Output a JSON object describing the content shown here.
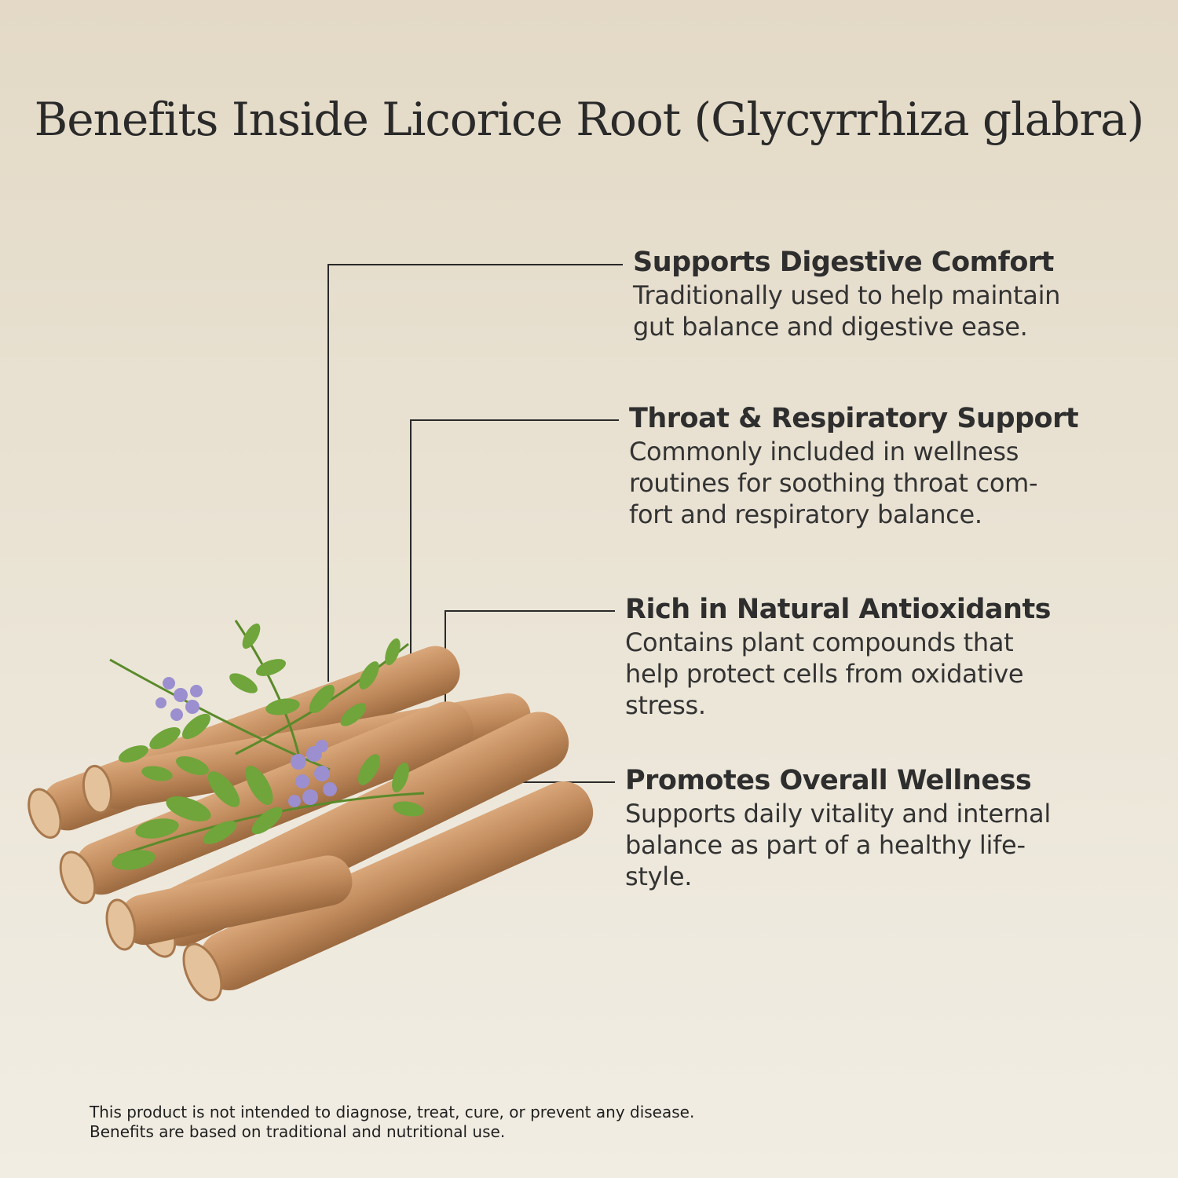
{
  "title": "Benefits Inside Licorice Root (Glycyrrhiza glabra)",
  "benefits": [
    {
      "heading": "Supports Digestive Comfort",
      "lines": [
        "Traditionally used to help maintain",
        "gut balance and digestive ease."
      ]
    },
    {
      "heading": "Throat & Respiratory Support",
      "lines": [
        "Commonly included in wellness",
        "routines for soothing throat com-",
        "fort and respiratory balance."
      ]
    },
    {
      "heading": "Rich in Natural Antioxidants",
      "lines": [
        "Contains plant compounds that",
        "help protect cells from oxidative",
        "stress."
      ]
    },
    {
      "heading": "Promotes Overall Wellness",
      "lines": [
        "Supports daily vitality and internal",
        "balance as part of a healthy life-",
        "style."
      ]
    }
  ],
  "disclaimer": [
    "This product is not intended to diagnose, treat, cure, or prevent any disease.",
    "Benefits are based on traditional and nutritional use."
  ],
  "image": {
    "subject": "licorice-root-sticks-with-leaves-and-flowers"
  },
  "colors": {
    "background": "#e8e0d0",
    "text": "#2b2b2b",
    "root": "#c08a5c",
    "leaf": "#6fa53a",
    "flower": "#9b8fd0"
  }
}
